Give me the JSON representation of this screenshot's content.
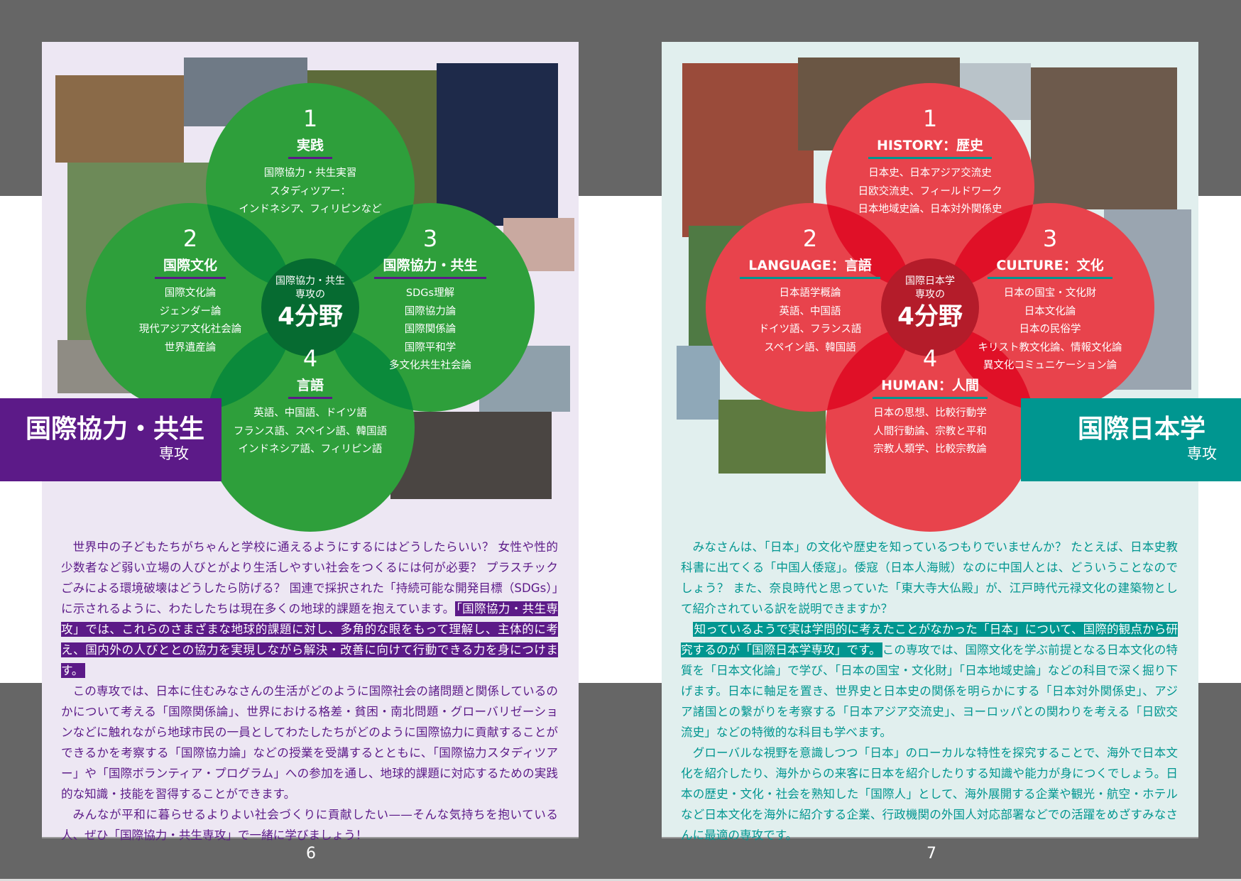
{
  "colors": {
    "left_petal": "#2e9f3b",
    "left_overlap": "#0b8a3b",
    "left_center": "#066b31",
    "left_accent": "#5c1a88",
    "left_bg": "#ede7f3",
    "right_petal": "#e8434c",
    "right_overlap": "#e01027",
    "right_center": "#b41c2a",
    "right_accent": "#009690",
    "right_bg": "#e1efee"
  },
  "left": {
    "page_number": "6",
    "center": {
      "line1": "国際協力・共生",
      "line2": "専攻の",
      "big": "4分野"
    },
    "petals": [
      {
        "num": "1",
        "title": "実践",
        "items": [
          "国際協力・共生実習",
          "スタディツアー：",
          "インドネシア、フィリピンなど"
        ]
      },
      {
        "num": "2",
        "title": "国際文化",
        "items": [
          "国際文化論",
          "ジェンダー論",
          "現代アジア文化社会論",
          "世界遺産論"
        ]
      },
      {
        "num": "3",
        "title": "国際協力・共生",
        "items": [
          "SDGs理解",
          "国際協力論",
          "国際関係論",
          "国際平和学",
          "多文化共生社会論"
        ]
      },
      {
        "num": "4",
        "title": "言語",
        "items": [
          "英語、中国語、ドイツ語",
          "フランス語、スペイン語、韓国語",
          "インドネシア語、フィリピン語"
        ]
      }
    ],
    "banner": {
      "title": "国際協力・共生",
      "sub": "専攻"
    },
    "body": {
      "p1a": "世界中の子どもたちがちゃんと学校に通えるようにするにはどうしたらいい？ 女性や性的少数者など弱い立場の人びとがより生活しやすい社会をつくるには何が必要？ プラスチックごみによる環境破壊はどうしたら防げる？ 国連で採択された「持続可能な開発目標（SDGs）」に示されるように、わたしたちは現在多くの地球的課題を抱えています。",
      "p1b": "「国際協力・共生専攻」では、これらのさまざまな地球的課題に対し、多角的な眼をもって理解し、主体的に考え、国内外の人びととの協力を実現しながら解決・改善に向けて行動できる力を身につけます。",
      "p2": "この専攻では、日本に住むみなさんの生活がどのように国際社会の諸問題と関係しているのかについて考える「国際関係論」、世界における格差・貧困・南北問題・グローバリゼーションなどに触れながら地球市民の一員としてわたしたちがどのように国際協力に貢献することができるかを考察する「国際協力論」などの授業を受講するとともに、「国際協力スタディツアー」や「国際ボランティア・プログラム」への参加を通し、地球的課題に対応するための実践的な知識・技能を習得することができます。",
      "p3": "みんなが平和に暮らせるよりよい社会づくりに貢献したい——そんな気持ちを抱いている人、ぜひ「国際協力・共生専攻」で一緒に学びましょう！"
    }
  },
  "right": {
    "page_number": "7",
    "center": {
      "line1": "国際日本学",
      "line2": "専攻の",
      "big": "4分野"
    },
    "petals": [
      {
        "num": "1",
        "title": "HISTORY：歴史",
        "items": [
          "日本史、日本アジア交流史",
          "日欧交流史、フィールドワーク",
          "日本地域史論、日本対外関係史"
        ]
      },
      {
        "num": "2",
        "title": "LANGUAGE：言語",
        "items": [
          "日本語学概論",
          "英語、中国語",
          "ドイツ語、フランス語",
          "スペイン語、韓国語"
        ]
      },
      {
        "num": "3",
        "title": "CULTURE：文化",
        "items": [
          "日本の国宝・文化財",
          "日本文化論",
          "日本の民俗学",
          "キリスト教文化論、情報文化論",
          "異文化コミュニケーション論"
        ]
      },
      {
        "num": "4",
        "title": "HUMAN：人間",
        "items": [
          "日本の思想、比較行動学",
          "人間行動論、宗教と平和",
          "宗教人類学、比較宗教論"
        ]
      }
    ],
    "banner": {
      "title": "国際日本学",
      "sub": "専攻"
    },
    "body": {
      "p1": "みなさんは、「日本」の文化や歴史を知っているつもりでいませんか？ たとえば、日本史教科書に出てくる「中国人倭寇」。倭寇（日本人海賊）なのに中国人とは、どういうことなのでしょう？ また、奈良時代と思っていた「東大寺大仏殿」が、江戸時代元禄文化の建築物として紹介されている訳を説明できますか？",
      "p2a": "知っているようで実は学問的に考えたことがなかった「日本」について、国際的観点から研究するのが「国際日本学専攻」です。",
      "p2b": "この専攻では、国際文化を学ぶ前提となる日本文化の特質を「日本文化論」で学び、「日本の国宝・文化財」「日本地域史論」などの科目で深く掘り下げます。日本に軸足を置き、世界史と日本史の関係を明らかにする「日本対外関係史」、アジア諸国との繋がりを考察する「日本アジア交流史」、ヨーロッパとの関わりを考える「日欧交流史」などの特徴的な科目も学べます。",
      "p3": "グローバルな視野を意識しつつ「日本」のローカルな特性を探究することで、海外で日本文化を紹介したり、海外からの来客に日本を紹介したりする知識や能力が身につくでしょう。日本の歴史・文化・社会を熟知した「国際人」として、海外展開する企業や観光・航空・ホテルなど日本文化を海外に紹介する企業、行政機関の外国人対応部署などでの活躍をめざすみなさんに最適の専攻です。"
    }
  }
}
